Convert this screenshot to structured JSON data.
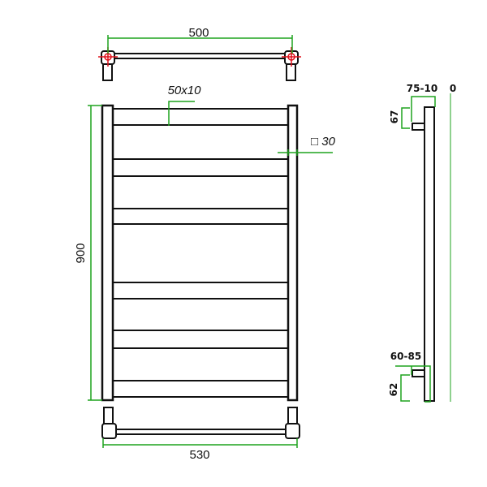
{
  "drawing": {
    "top_view": {
      "width_label": "500"
    },
    "front_view": {
      "height_label": "900",
      "bar_section_label": "50x10",
      "post_section_label": "□ 30",
      "bottom_width_label": "530"
    },
    "side_view": {
      "top_offset_label": "75-10",
      "wall_label": "0",
      "top_bracket_label": "67",
      "bottom_offset_label": "60-85",
      "bottom_bracket_label": "62"
    }
  },
  "colors": {
    "line": "#111111",
    "dimension": "#1fa31f",
    "center_mark": "#e0101a"
  }
}
